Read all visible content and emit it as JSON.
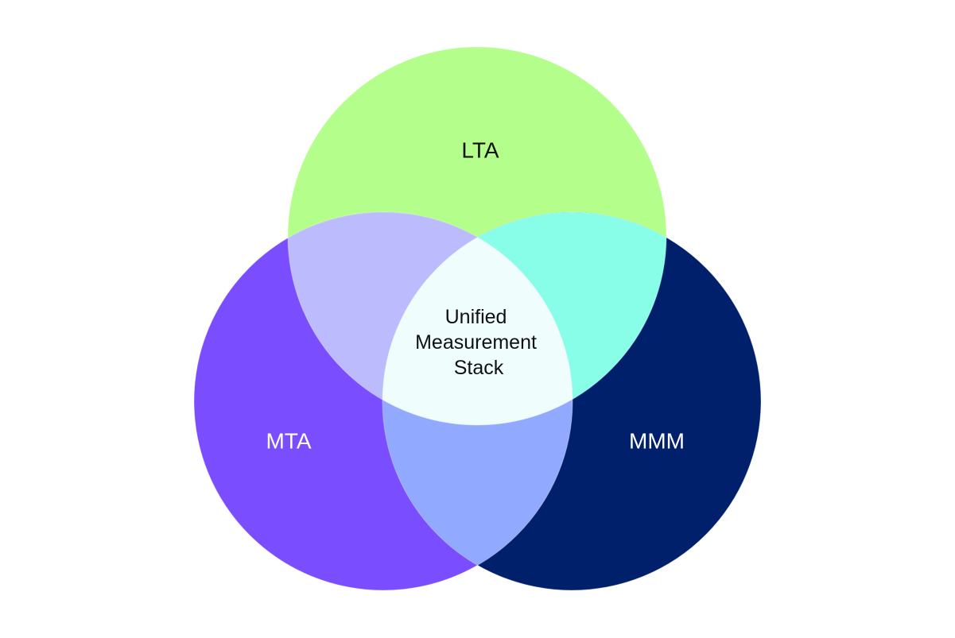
{
  "diagram": {
    "type": "venn",
    "sets": [
      {
        "id": "lta",
        "label": "LTA",
        "color": "#b4fe8b",
        "text_color": "#111111"
      },
      {
        "id": "mta",
        "label": "MTA",
        "color": "#7a4dff",
        "text_color": "#ffffff"
      },
      {
        "id": "mmm",
        "label": "MMM",
        "color": "#00206b",
        "text_color": "#ffffff"
      }
    ],
    "overlaps": {
      "lta_mta": {
        "color": "#bbbbfe"
      },
      "lta_mmm": {
        "color": "#88fee9"
      },
      "mta_mmm": {
        "color": "#91a9ff"
      },
      "all": {
        "color": "#f0fdfd",
        "label_lines": [
          "Unified",
          "Measurement",
          "Stack"
        ],
        "text_color": "#111111"
      }
    }
  }
}
